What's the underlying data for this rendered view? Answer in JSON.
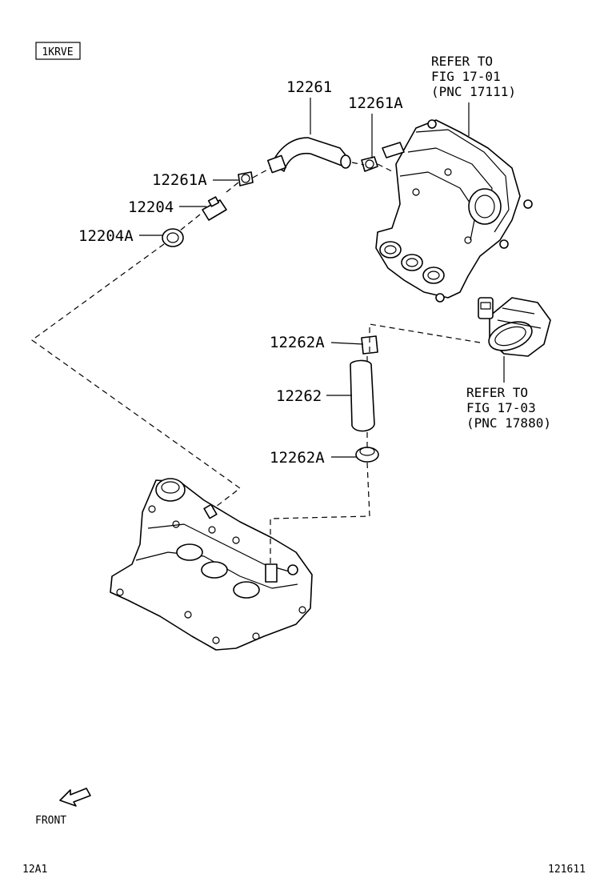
{
  "engine_code": "1KRVE",
  "parts": {
    "p12261": "12261",
    "p12261A_top": "12261A",
    "p12261A_left": "12261A",
    "p12204": "12204",
    "p12204A": "12204A",
    "p12262A_top": "12262A",
    "p12262": "12262",
    "p12262A_bottom": "12262A"
  },
  "refer_intake": {
    "line1": "REFER TO",
    "line2": "FIG 17-01",
    "line3": "(PNC 17111)"
  },
  "refer_air": {
    "line1": "REFER TO",
    "line2": "FIG 17-03",
    "line3": "(PNC 17880)"
  },
  "front_label": "FRONT",
  "footer": {
    "left_code": "12A1",
    "right_code": "121611"
  }
}
